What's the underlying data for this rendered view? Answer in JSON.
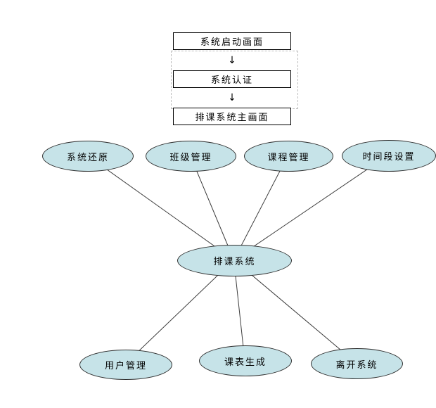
{
  "flow": {
    "boxes": [
      {
        "label": "系统启动画面"
      },
      {
        "label": "系统认证"
      },
      {
        "label": "排课系统主画面"
      }
    ],
    "arrow_glyph": "↓"
  },
  "nodes": {
    "center": {
      "label": "排课系统"
    },
    "satellites_top": [
      {
        "label": "系统还原"
      },
      {
        "label": "班级管理"
      },
      {
        "label": "课程管理"
      },
      {
        "label": "时间段设置"
      }
    ],
    "satellites_bottom": [
      {
        "label": "用户管理"
      },
      {
        "label": "课表生成"
      },
      {
        "label": "离开系统"
      }
    ]
  },
  "colors": {
    "ellipse_fill": "#c6e3e8",
    "ellipse_border": "#2e2e2e",
    "box_border": "#000000",
    "dashed_frame": "#bdbdbd",
    "connector_line": "#3c3c3c",
    "background": "#ffffff"
  }
}
